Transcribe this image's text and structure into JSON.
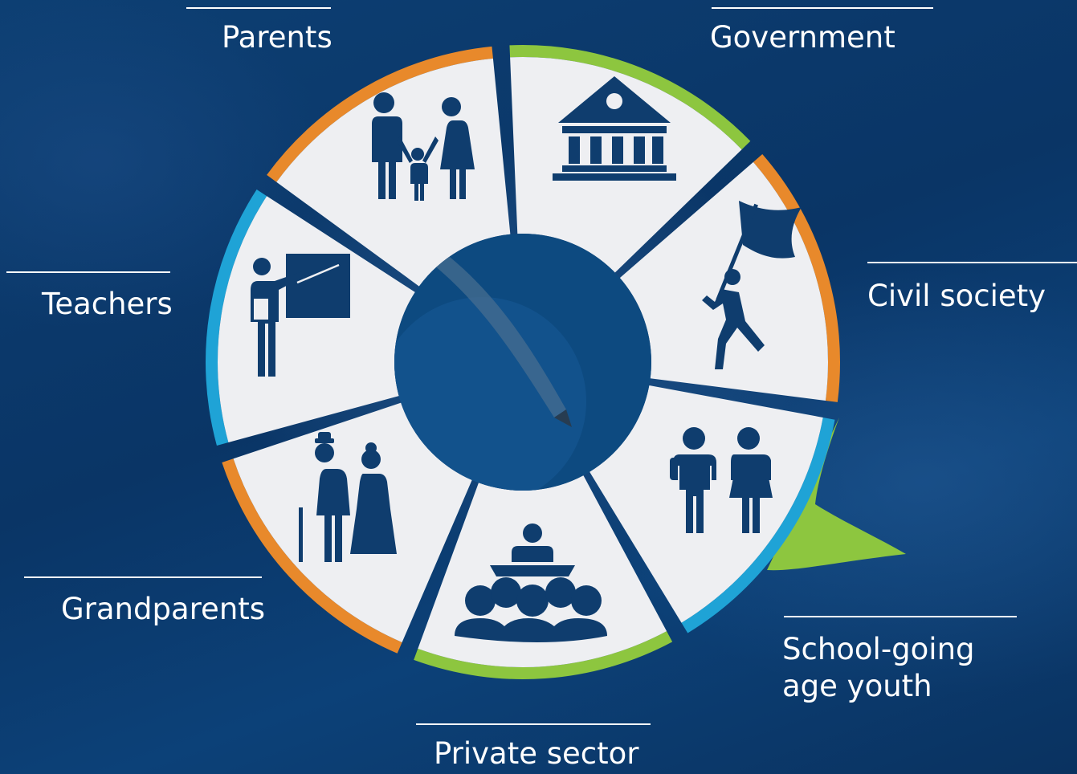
{
  "diagram": {
    "stakeholders": [
      {
        "id": "parents",
        "label": "Parents",
        "ring_color": "#8dc63f",
        "icon": "family-icon"
      },
      {
        "id": "government",
        "label": "Government",
        "ring_color": "#e8892b",
        "icon": "government-building-icon"
      },
      {
        "id": "civil_society",
        "label": "Civil society",
        "ring_color": "#1fa3d6",
        "icon": "flag-bearer-icon"
      },
      {
        "id": "school_youth",
        "label": "School-going\nage youth",
        "ring_color": "#8dc63f",
        "icon": "students-icon"
      },
      {
        "id": "private_sector",
        "label": "Private sector",
        "ring_color": "#e8892b",
        "icon": "audience-speaker-icon"
      },
      {
        "id": "grandparents",
        "label": "Grandparents",
        "ring_color": "#1fa3d6",
        "icon": "elderly-couple-icon"
      },
      {
        "id": "teachers",
        "label": "Teachers",
        "ring_color": "#e8892b",
        "icon": "teacher-board-icon"
      }
    ],
    "colors": {
      "segment_fill": "#eeeff2",
      "icon_fill": "#0f3d6e",
      "hub_fill": "#0d4a80",
      "label_text": "#ffffff"
    }
  }
}
